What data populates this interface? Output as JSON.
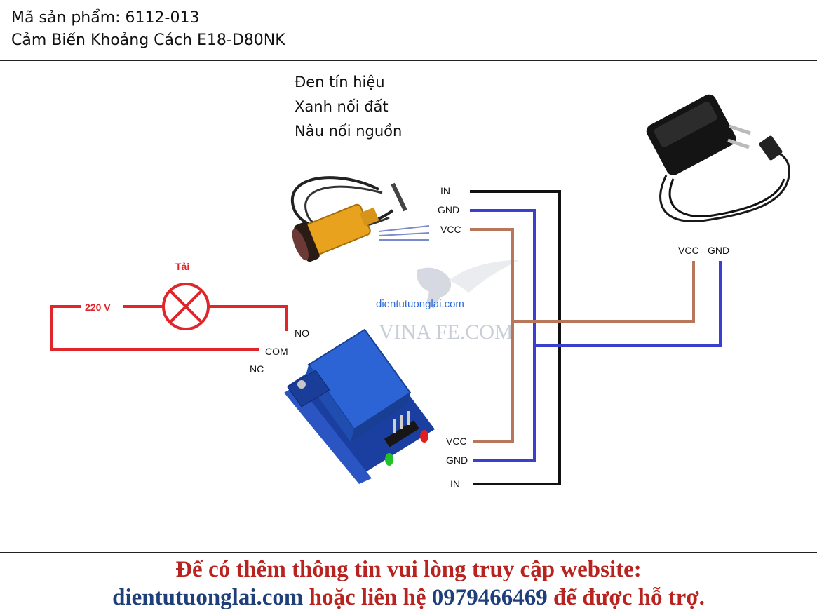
{
  "header": {
    "code_line": "Mã sản phẩm: 6112-013",
    "name_line": "Cảm Biến Khoảng Cách E18-D80NK"
  },
  "legend": {
    "line1": "Đen tín hiệu",
    "line2": "Xanh nối đất",
    "line3": "Nâu nối nguồn"
  },
  "sensor_pins": {
    "in": "IN",
    "gnd": "GND",
    "vcc": "VCC"
  },
  "relay_pins": {
    "vcc": "VCC",
    "gnd": "GND",
    "in": "IN"
  },
  "relay_contacts": {
    "no": "NO",
    "com": "COM",
    "nc": "NC"
  },
  "load": {
    "label": "Tải",
    "voltage": "220 V"
  },
  "adapter": {
    "vcc": "VCC",
    "gnd": "GND"
  },
  "watermark": {
    "site": "dientutuonglai.com",
    "brand": "VINA FE.COM"
  },
  "footer": {
    "line1": "Để có thêm thông tin vui lòng truy cập website:",
    "site": "dientutuonglai.com",
    "mid": " hoặc liên hệ ",
    "phone": "0979466469",
    "end": " để được hỗ trợ."
  },
  "colors": {
    "signal": "#111111",
    "ground": "#3b3fcf",
    "power": "#b8765a",
    "mains": "#e0262a",
    "relay_body": "#1f55b8",
    "sensor_body": "#e8a21d"
  },
  "icons": [
    "sensor-image",
    "relay-module-image",
    "power-adapter-image",
    "lamp-icon",
    "horse-logo-icon"
  ]
}
